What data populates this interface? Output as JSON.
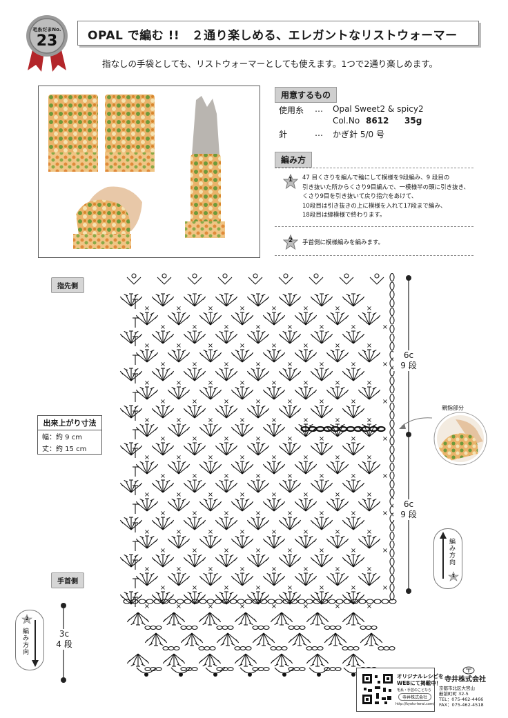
{
  "badge": {
    "top_label": "毛糸だまNo.",
    "number": "23"
  },
  "title": "OPAL で編む !!　２通り楽しめる、エレガントなリストウォーマー",
  "subtitle": "指なしの手袋としても、リストウォーマーとしても使えます。1つで2通り楽しめます。",
  "materials": {
    "heading": "用意するもの",
    "yarn_label": "使用糸",
    "dots": "…",
    "yarn_value": "Opal  Sweet2  &  spicy2",
    "col_label": "Col.No",
    "col_no": "8612",
    "weight": "35g",
    "needle_label": "針",
    "needle_value": "かぎ針 5/0 号"
  },
  "method": {
    "heading": "編み方",
    "step1_num": "1",
    "step1_lines": [
      "47 目くさりを編んで輪にして模様を9段編み、9 段目の",
      "引き抜いた所からくさり9目編んで、一模様半の頭に引き抜き、",
      "くさり9目を引き抜いて戻り指穴をあけて、",
      "10段目は引き抜きの上に模様を入れて17段まで編み、",
      "18段目は縁模様で終わります。"
    ],
    "step2_num": "2",
    "step2_text": "手首側に模様編みを編みます。"
  },
  "labels": {
    "fingertip_side": "指先側",
    "wrist_side": "手首側",
    "thumb_part": "親指部分",
    "direction_up": "編み方向",
    "direction_up_num": "1",
    "direction_down": "編み方向",
    "direction_down_num": "2"
  },
  "finished_size": {
    "title": "出来上がり寸法",
    "width": "幅：約 9 cm",
    "length": "丈：約 15 cm"
  },
  "measures": {
    "top": {
      "cm": "6c",
      "rows": "9 段"
    },
    "middle": {
      "cm": "6c",
      "rows": "9 段"
    },
    "bottom": {
      "cm": "3c",
      "rows": "4 段"
    }
  },
  "footer": {
    "promo_line1": "オリジナルレシピを",
    "promo_line2": "WEBにて掲載中！",
    "promo_small": "毛糸・手芸のことなら",
    "shop": "寺井株式会社",
    "url": "http://kyoto-terai.com/",
    "company": "寺井株式会社",
    "address1": "京都市北区大宮山",
    "address2": "薮前町町 32-5",
    "tel": "TEL：075-462-4466",
    "fax": "FAX：075-462-4518"
  },
  "colors": {
    "yarn_orange": "#e8a050",
    "yarn_green": "#6f9a3a",
    "yarn_cream": "#f2e6b8",
    "tag_gray": "#cfcfcf",
    "badge_red": "#b3262a"
  }
}
